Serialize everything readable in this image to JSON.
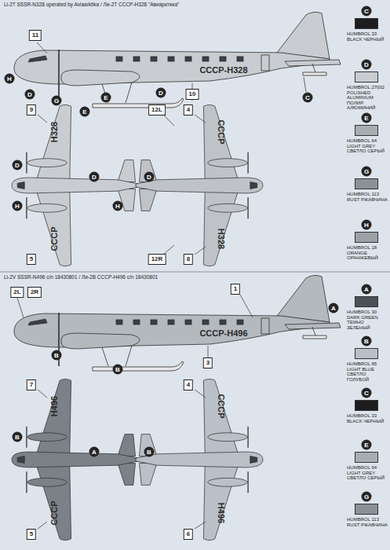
{
  "diagram": {
    "title": "Li-2T SSSR-N328 operated by Aviaarktika / Ли-2Т СССР-Н328 \"Авиарктика\"",
    "labels": [
      "Li-2V SSSR-N496 c/n 18430801 / Ли-2В СССР-Н496 c/n 18430801",
      "11",
      "H",
      "D",
      "G",
      "E",
      "E",
      "D",
      "10",
      "C",
      "СССР-Н328",
      "9",
      "Н328",
      "D",
      "D",
      "H",
      "H",
      "СССР",
      "5",
      "12L",
      "4",
      "СССР",
      "D",
      "Н328",
      "12R",
      "8",
      "C",
      "D",
      "E",
      "G",
      "H",
      "1",
      "A",
      "2L",
      "2R",
      "СССР-Н496",
      "B",
      "B",
      "3",
      "7",
      "Н496",
      "B",
      "A",
      "СССР",
      "5",
      "4",
      "СССР",
      "B",
      "Н496",
      "6",
      "A",
      "B",
      "C",
      "E",
      "G"
    ],
    "legend": [
      {
        "text": "HUMBROL 33 BLACK ЧЕРНЫЙ",
        "color": "#1d1d1f"
      },
      {
        "text": "HUMBROL 27002 POLISHED ALUMINIUM ПОЛИР. АЛЮМИНИЙ",
        "color": "#c9ccd0"
      },
      {
        "text": "HUMBROL 64 LIGHT GREY СВЕТЛО СЕРЫЙ",
        "color": "#a8adb2"
      },
      {
        "text": "HUMBROL 113 RUST РЖАВЧИНА",
        "color": "#8c9196"
      },
      {
        "text": "HUMBROL 18 ORANGE ОРАНЖЕВЫЙ",
        "color": "#9da1a6"
      },
      {
        "text": "HUMBROL 30 DARK GREEN ТЕМНО ЗЕЛЕНЫЙ",
        "color": "#4c5157"
      },
      {
        "text": "HUMBROL 65 LIGHT BLUE СВЕТЛО ГОЛУБОЙ",
        "color": "#b9c0c7"
      },
      {
        "text": "HUMBROL 33 BLACK ЧЕРНЫЙ",
        "color": "#1d1d1f"
      },
      {
        "text": "HUMBROL 64 LIGHT GREY СВЕТЛО СЕРЫЙ",
        "color": "#a8adb2"
      },
      {
        "text": "HUMBROL 113 RUST РЖАВЧИНА",
        "color": "#8c9196"
      }
    ]
  }
}
